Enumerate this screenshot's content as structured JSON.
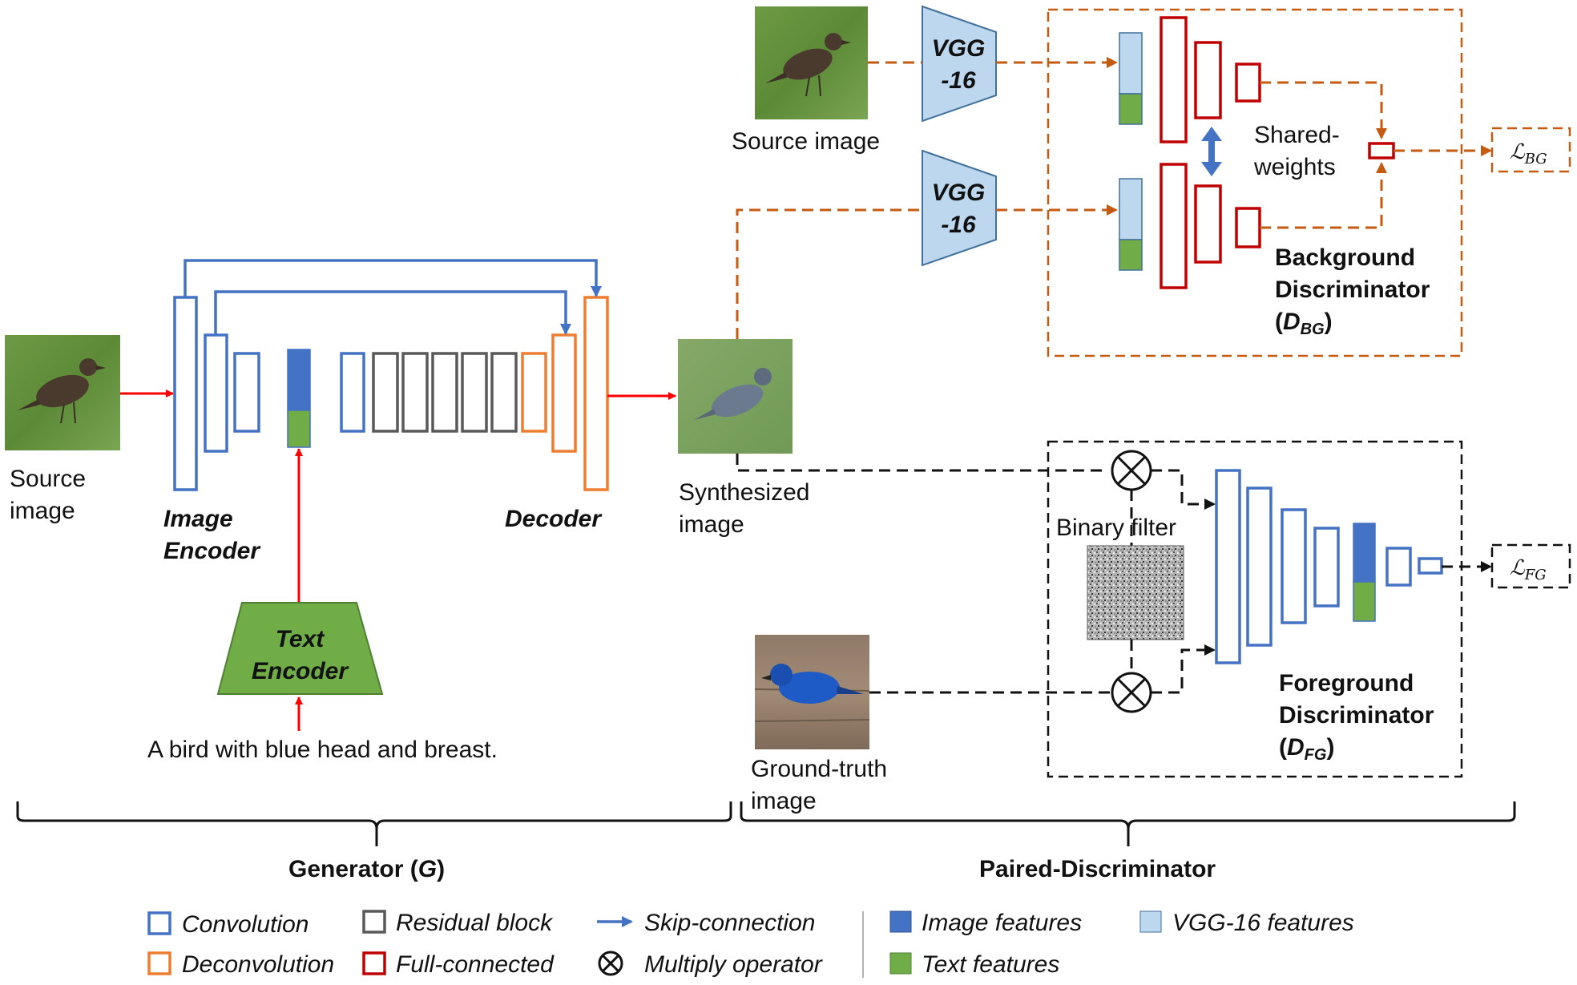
{
  "labels": {
    "source_image_left_line1": "Source",
    "source_image_left_line2": "image",
    "image_encoder_line1": "Image",
    "image_encoder_line2": "Encoder",
    "decoder": "Decoder",
    "text_encoder_line1": "Text",
    "text_encoder_line2": "Encoder",
    "caption": "A bird with blue head and breast.",
    "synthesized_line1": "Synthesized",
    "synthesized_line2": "image",
    "source_image_top": "Source image",
    "vgg_line1": "VGG",
    "vgg_line2": "-16",
    "shared_line1": "Shared-",
    "shared_line2": "weights",
    "bg_disc_line1": "Background",
    "bg_disc_line2": "Discriminator",
    "bg_disc_sym_open": "(",
    "bg_disc_sym_D": "D",
    "bg_disc_sym_sub": "BG",
    "bg_disc_sym_close": ")",
    "loss_bg_L": "ℒ",
    "loss_bg_sub": "BG",
    "binary_filter": "Binary filter",
    "ground_truth_line1": "Ground-truth",
    "ground_truth_line2": "image",
    "fg_disc_line1": "Foreground",
    "fg_disc_line2": "Discriminator",
    "fg_disc_sym_open": "(",
    "fg_disc_sym_D": "D",
    "fg_disc_sym_sub": "FG",
    "fg_disc_sym_close": ")",
    "loss_fg_L": "ℒ",
    "loss_fg_sub": "FG",
    "generator_text": "Generator (",
    "generator_sym": "G",
    "generator_close": ")",
    "paired_discriminator": "Paired-Discriminator",
    "multiply_symbol": "⊗"
  },
  "legend": {
    "convolution": "Convolution",
    "deconvolution": "Deconvolution",
    "residual_block": "Residual block",
    "full_connected": "Full-connected",
    "skip_connection": "Skip-connection",
    "multiply_operator": "Multiply operator",
    "image_features": "Image features",
    "text_features": "Text features",
    "vgg16_features": "VGG-16 features"
  },
  "colors": {
    "convolution": "#4472C4",
    "deconvolution": "#ED7D31",
    "residual": "#595959",
    "full_connected": "#C00000",
    "image_features": "#4472C4",
    "text_features": "#70AD47",
    "vgg_features": "#BDD7EE",
    "bg_branch": "#C55A11",
    "flow_arrow": "#FF0000"
  }
}
